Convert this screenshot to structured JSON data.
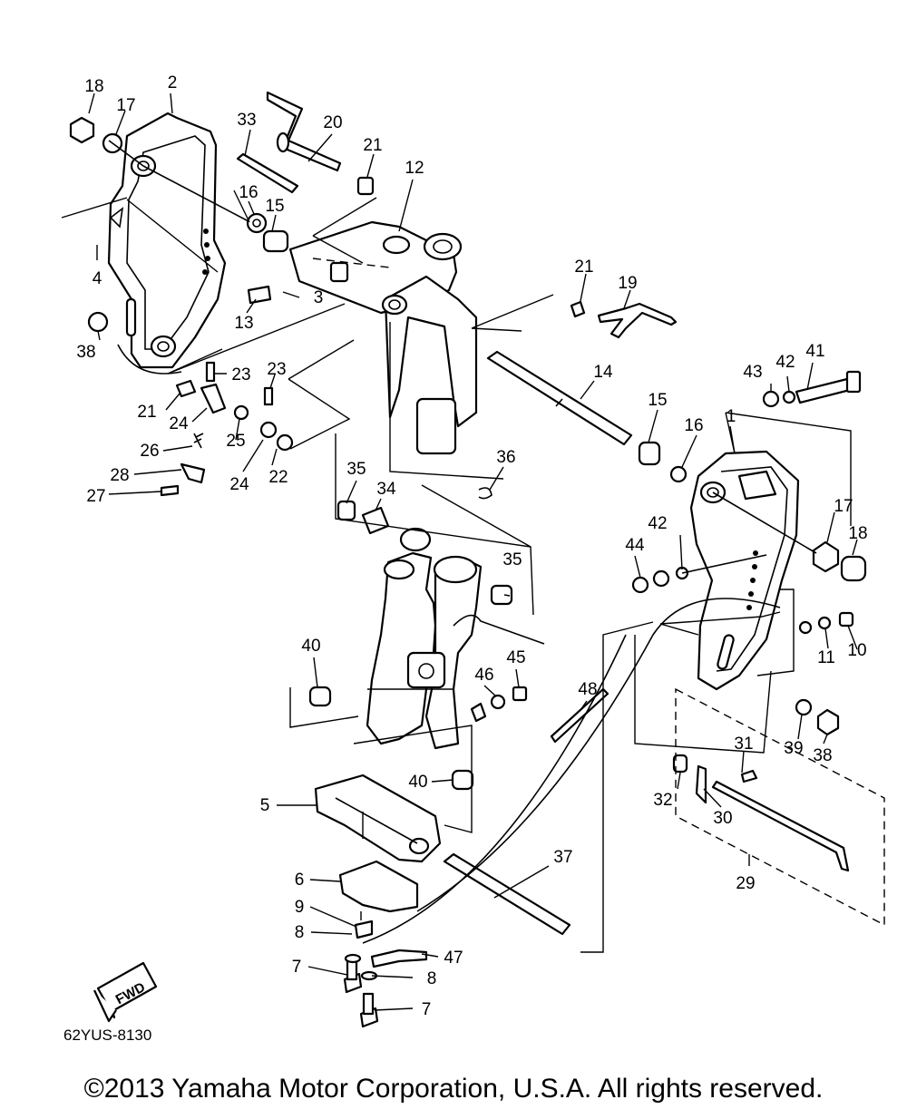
{
  "diagram": {
    "drawing_code": "62YUS-8130",
    "fwd_label": "FWD",
    "copyright": "©2013 Yamaha Motor Corporation, U.S.A. All rights reserved.",
    "callouts": {
      "c2": "2",
      "c18a": "18",
      "c17a": "17",
      "c33": "33",
      "c20": "20",
      "c21a": "21",
      "c12": "12",
      "c16a": "16",
      "c15a": "15",
      "c4": "4",
      "c3": "3",
      "c13": "13",
      "c38a": "38",
      "c21b": "21",
      "c19": "19",
      "c14": "14",
      "c23a": "23",
      "c23b": "23",
      "c21c": "21",
      "c24a": "24",
      "c25": "25",
      "c26": "26",
      "c22": "22",
      "c24b": "24",
      "c28": "28",
      "c27": "27",
      "c15b": "15",
      "c16b": "16",
      "c43": "43",
      "c42a": "42",
      "c41": "41",
      "c1": "1",
      "c36": "36",
      "c35a": "35",
      "c34": "34",
      "c35b": "35",
      "c17b": "17",
      "c18b": "18",
      "c42b": "42",
      "c44": "44",
      "c11": "11",
      "c10": "10",
      "c40a": "40",
      "c45": "45",
      "c46": "46",
      "c48": "48",
      "c39": "39",
      "c38b": "38",
      "c31": "31",
      "c32": "32",
      "c30": "30",
      "c40b": "40",
      "c5": "5",
      "c37": "37",
      "c29": "29",
      "c6": "6",
      "c9": "9",
      "c8a": "8",
      "c47": "47",
      "c7a": "7",
      "c8b": "8",
      "c7b": "7"
    }
  }
}
